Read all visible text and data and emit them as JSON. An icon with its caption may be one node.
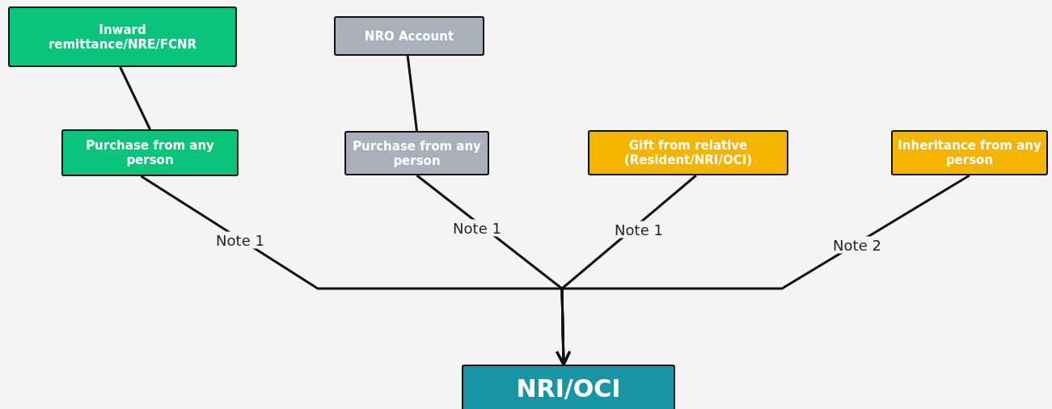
{
  "diagram": {
    "nodes": [
      {
        "text": [
          "Inward remittance/NRE/FCNR"
        ]
      },
      {
        "text": [
          "NRO Account"
        ]
      },
      {
        "text": [
          "Purchase from any person"
        ]
      },
      {
        "text": [
          "Purchase from any person"
        ]
      },
      {
        "text": [
          "Gift from relative (Resident/NRI/OCI)"
        ]
      },
      {
        "text": [
          "Inheritance from any person"
        ]
      },
      {
        "text": [
          "NRI/OCI"
        ]
      }
    ],
    "edges": [
      {
        "from": 0,
        "to": 2,
        "arrow": "none"
      },
      {
        "from": 1,
        "to": 3,
        "arrow": "none"
      },
      {
        "from": 2,
        "to": 6,
        "arrow": "to",
        "label": "Note 1"
      },
      {
        "from": 3,
        "to": 6,
        "arrow": "to",
        "label": "Note 1"
      },
      {
        "from": 4,
        "to": 6,
        "arrow": "to",
        "label": "Note 1"
      },
      {
        "from": 5,
        "to": 6,
        "arrow": "to",
        "label": "Note 2"
      }
    ]
  }
}
